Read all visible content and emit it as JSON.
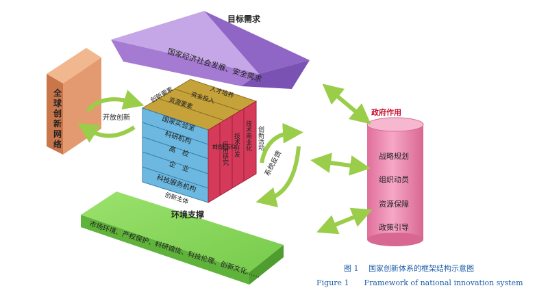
{
  "goal": {
    "title": "目标需求",
    "text": "国家经济社会发展、安全需求"
  },
  "global_network": {
    "text": "全球创新网络"
  },
  "open_innovation": {
    "label": "开放创新"
  },
  "cube": {
    "top_label": "创新要素",
    "top_strips": [
      "资源要素",
      "资金投入",
      "人才培养"
    ],
    "front_rows": [
      "国家实验室",
      "科研机构",
      "高　校",
      "企　业",
      "科技服务机构"
    ],
    "front_label": "创新主体",
    "side_cols": [
      "基础研究",
      "应用研究",
      "技术开发",
      "技术商业化"
    ],
    "side_label": "创新活动"
  },
  "feedback": {
    "label": "系统反馈"
  },
  "government": {
    "title": "政府作用",
    "items": [
      "战略规划",
      "组织动员",
      "资源保障",
      "政策引导"
    ]
  },
  "environment": {
    "title": "环境支撑",
    "text": "市场环境、产权保护、科研诚信、科技伦理、创新文化……"
  },
  "caption": {
    "cn": "图 1　 国家创新体系的框架结构示意图",
    "en": "Figure 1　　Framework of national innovation system"
  },
  "colors": {
    "roof_front": "#a57ad2",
    "roof_side": "#7a52b4",
    "network_front": "#e39a70",
    "cube_top": "#c6a23a",
    "cube_front": "#6cb8e0",
    "cube_side": "#d63a5a",
    "government": "#f08bb1",
    "environment": "#86d65c",
    "arrow": "#9acd4a"
  }
}
